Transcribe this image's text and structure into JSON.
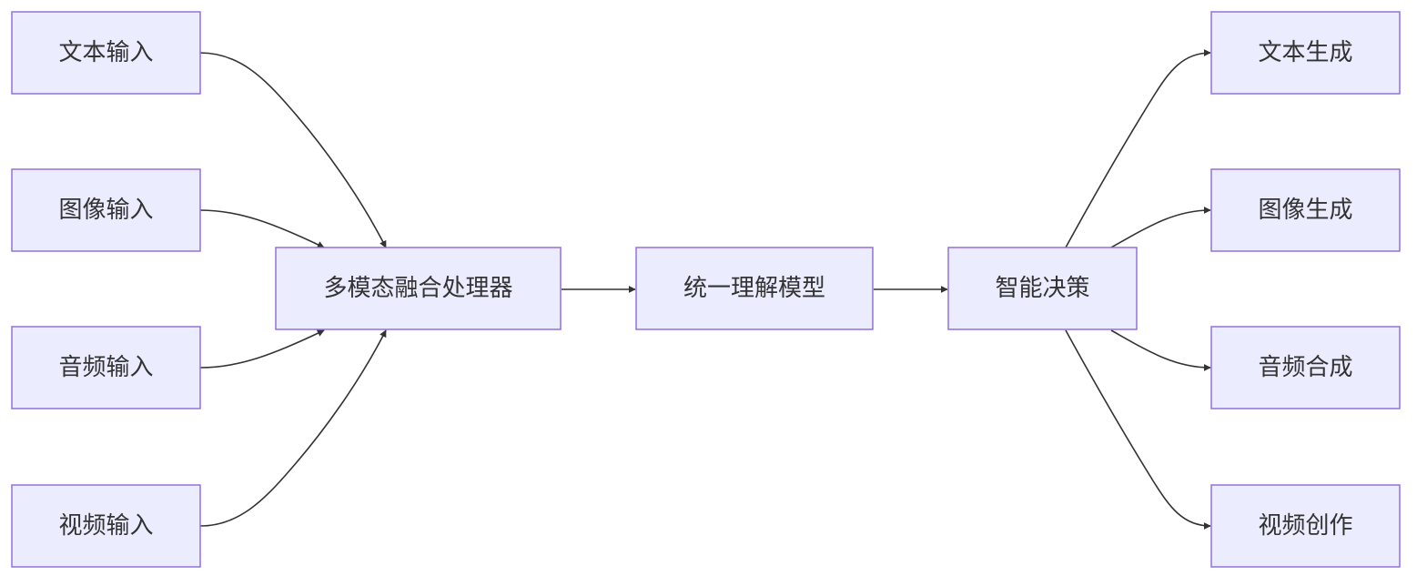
{
  "diagram": {
    "type": "flowchart",
    "direction": "LR",
    "colors": {
      "node_fill": "#ECECFF",
      "node_border": "#9370DB",
      "edge": "#333333",
      "text": "#333333"
    },
    "nodes": {
      "text_in": "文本输入",
      "image_in": "图像输入",
      "audio_in": "音频输入",
      "video_in": "视频输入",
      "fusion": "多模态融合处理器",
      "model": "统一理解模型",
      "decision": "智能决策",
      "text_gen": "文本生成",
      "image_gen": "图像生成",
      "audio_syn": "音频合成",
      "video_create": "视频创作"
    },
    "edges": [
      {
        "from": "text_in",
        "to": "fusion"
      },
      {
        "from": "image_in",
        "to": "fusion"
      },
      {
        "from": "audio_in",
        "to": "fusion"
      },
      {
        "from": "video_in",
        "to": "fusion"
      },
      {
        "from": "fusion",
        "to": "model"
      },
      {
        "from": "model",
        "to": "decision"
      },
      {
        "from": "decision",
        "to": "text_gen"
      },
      {
        "from": "decision",
        "to": "image_gen"
      },
      {
        "from": "decision",
        "to": "audio_syn"
      },
      {
        "from": "decision",
        "to": "video_create"
      }
    ]
  }
}
